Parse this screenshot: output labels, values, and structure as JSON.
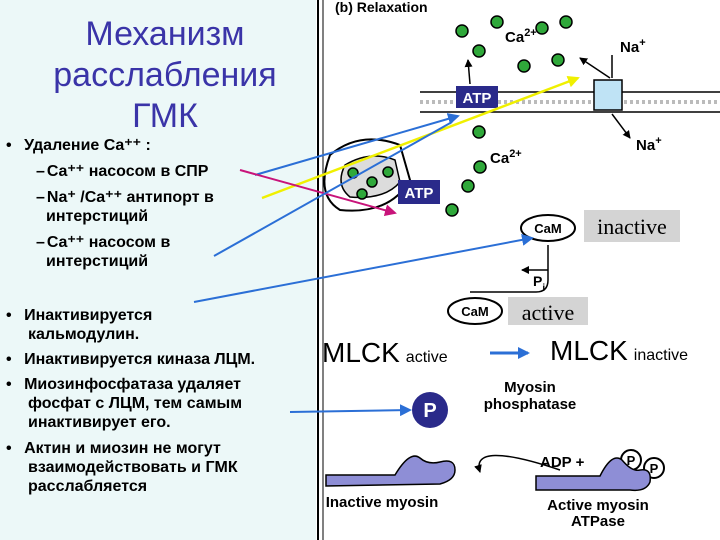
{
  "title": {
    "line1": "Механизм",
    "line2": "расслабления",
    "line3": "ГМК"
  },
  "bullets": {
    "removal": "Удаление Ca⁺⁺ :",
    "removal_items": [
      "Ca⁺⁺ насосом в СПР",
      "Na⁺ /Ca⁺⁺ антипорт в",
      "интерстиций",
      "Ca⁺⁺ насосом в",
      "интерстиций"
    ],
    "dash": "–",
    "calmodulin_1": "Инактивируется",
    "calmodulin_2": "кальмодулин.",
    "mlck": "Инактивируется киназа ЛЦМ.",
    "phosphatase_1": "Миозинфосфатаза удаляет",
    "phosphatase_2": "фосфат с ЛЦМ, тем самым",
    "phosphatase_3": "инактивирует его.",
    "actin_1": "Актин и миозин не могут",
    "actin_2": "взаимодействовать и ГМК",
    "actin_3": "расслабляется",
    "bullet_char": "•"
  },
  "diagram": {
    "panel_label": "(b) Relaxation",
    "ca2": "Ca",
    "ca2_sup": "2+",
    "na": "Na",
    "na_sup": "+",
    "atp": "ATP",
    "cam": "CaM",
    "inactive": "inactive",
    "active": "active",
    "pi": "P",
    "pi_sub": "i",
    "mlck": "MLCK",
    "mlck_active_sub": "active",
    "mlck_inactive_sub": "inactive",
    "myosin_phosphatase_1": "Myosin",
    "myosin_phosphatase_2": "phosphatase",
    "p": "P",
    "adp": "ADP +",
    "inactive_myosin": "Inactive myosin",
    "active_myosin_1": "Active myosin",
    "active_myosin_2": "ATPase"
  },
  "colors": {
    "title": "#3a34a8",
    "left_panel_bg": "#ecf8f8",
    "ca_ion": "#2fa83a",
    "atp_box": "#2a2a8a",
    "pump_box": "#bfe3f5",
    "myosin": "#8e8ed6",
    "label_bg": "#d4d4d4",
    "arrow_blue": "#2b6fd6",
    "arrow_yellow": "#f0f000",
    "arrow_magenta": "#c8147a"
  }
}
